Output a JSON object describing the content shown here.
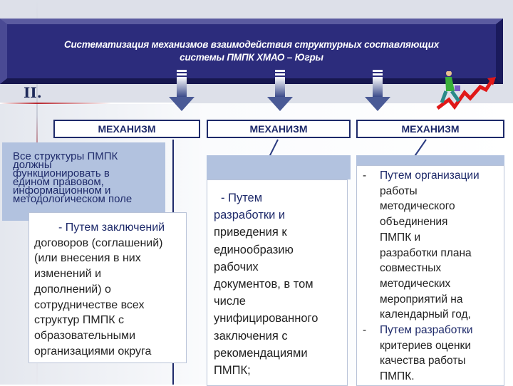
{
  "title": "Систематизация механизмов взаимодействия структурных составляющих системы ПМПК ХМАО – Югры",
  "title_lines": [
    "Систематизация механизмов взаимодействия структурных составляющих",
    "системы ПМПК ХМАО – Югры"
  ],
  "section": "II.",
  "colors": {
    "banner": "#2c2c7c",
    "accent": "#1e2a6a",
    "panel": "#b2c2df"
  },
  "mechanisms": [
    {
      "label": "МЕХАНИЗМ"
    },
    {
      "label": "МЕХАНИЗМ"
    },
    {
      "label": "МЕХАНИЗМ"
    }
  ],
  "left": {
    "header": [
      "Все структуры ПМПК",
      "должны",
      "функционировать в",
      "едином правовом,",
      "информационном и",
      "методологическом поле"
    ],
    "lead": "- Путем заключений",
    "body": [
      "договоров (соглашений)",
      "(или внесения в них",
      "изменений и",
      "дополнений) о",
      "сотрудничестве всех",
      "структур ПМПК с",
      "образовательными",
      "организациями округа"
    ]
  },
  "middle": {
    "lines": [
      "- Путем",
      "разработки и",
      "приведения к",
      "единообразию",
      "рабочих",
      "документов, в том",
      "числе",
      "унифицированного",
      "заключения с",
      "рекомендациями",
      "ПМПК;"
    ]
  },
  "right": {
    "items": [
      {
        "bullet": "-",
        "lead": "Путем организации",
        "lines": [
          "работы",
          "методического",
          "объединения",
          "ПМПК и",
          "разработки плана",
          "совместных",
          "методических",
          "мероприятий на",
          "календарный год,"
        ]
      },
      {
        "bullet": "-",
        "lead": "Путем разработки",
        "lines": [
          "критериев оценки",
          "качества работы",
          "ПМПК."
        ]
      }
    ]
  },
  "icons": [
    "arrow-down-icon",
    "walking-person-icon",
    "growth-chart-icon"
  ]
}
